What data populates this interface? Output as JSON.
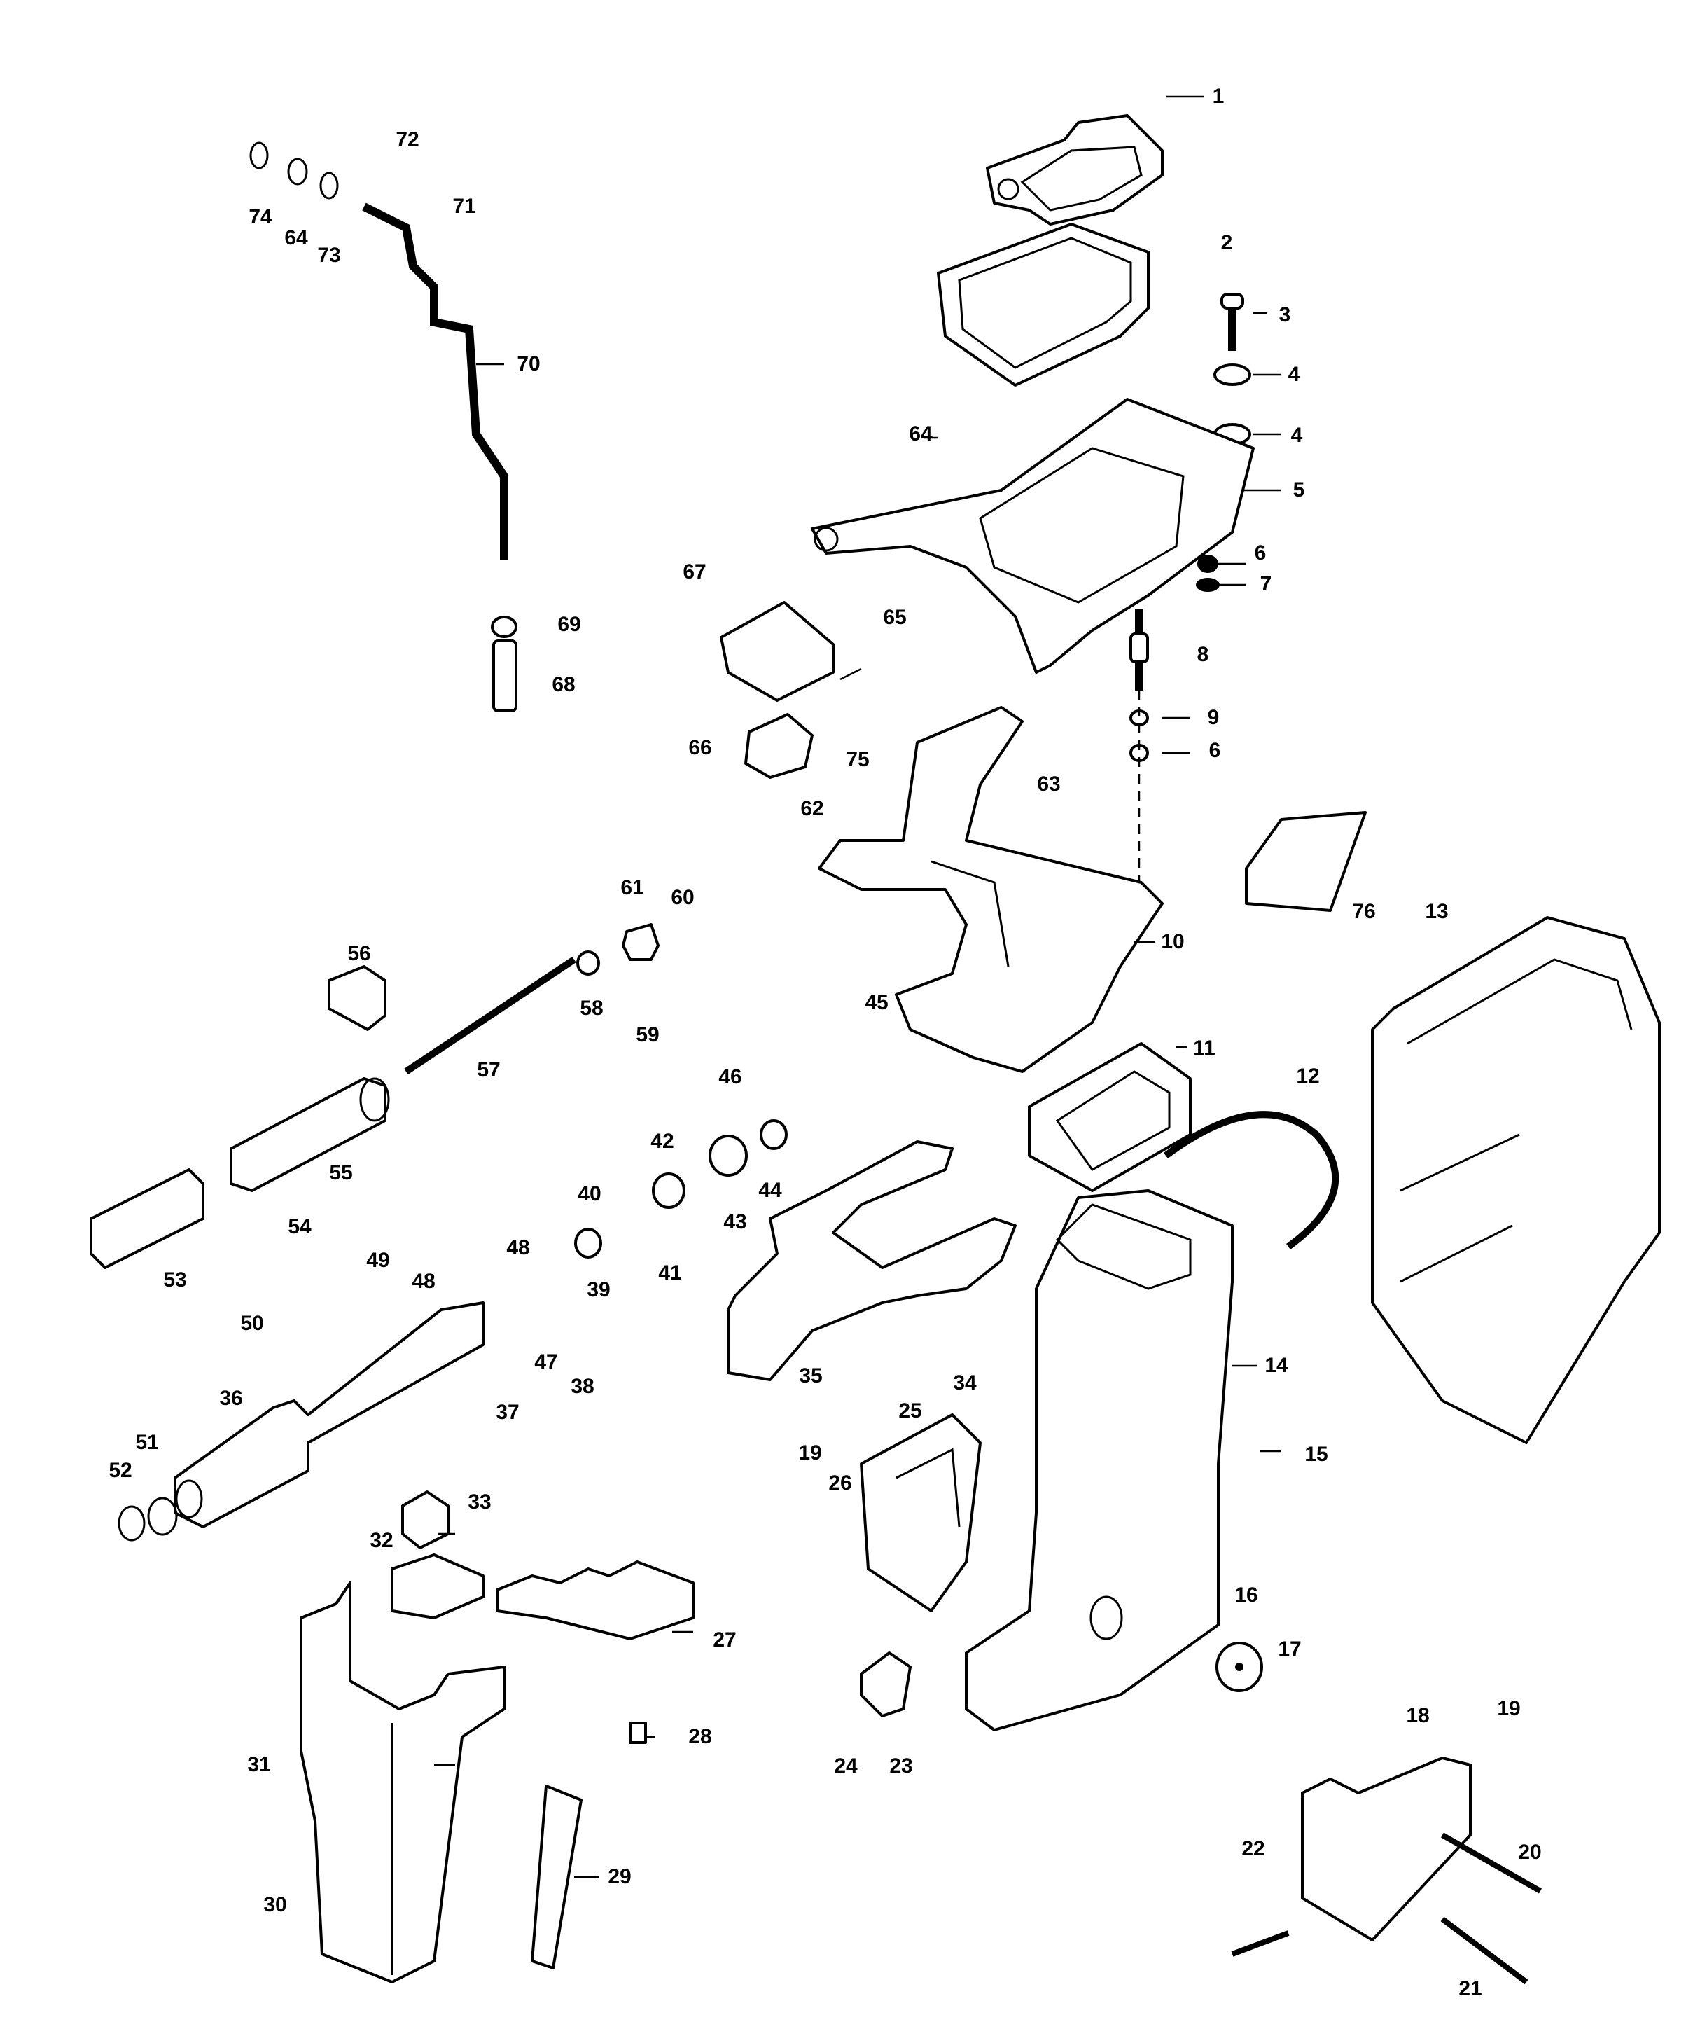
{
  "diagram": {
    "type": "exploded-parts-diagram",
    "subject": "outboard motor midsection / exhaust housing assembly",
    "callouts": [
      {
        "id": "1",
        "label": "1",
        "part": "gasket-plate"
      },
      {
        "id": "2",
        "label": "2",
        "part": "gasket-seal"
      },
      {
        "id": "3",
        "label": "3",
        "part": "bolt"
      },
      {
        "id": "4a",
        "label": "4",
        "part": "mount-washer-upper"
      },
      {
        "id": "4b",
        "label": "4",
        "part": "mount-washer-lower"
      },
      {
        "id": "5",
        "label": "5",
        "part": "upper-mount-bracket"
      },
      {
        "id": "6a",
        "label": "6",
        "part": "nut-upper"
      },
      {
        "id": "7",
        "label": "7",
        "part": "washer"
      },
      {
        "id": "8",
        "label": "8",
        "part": "stud"
      },
      {
        "id": "9",
        "label": "9",
        "part": "lock-washer"
      },
      {
        "id": "6b",
        "label": "6",
        "part": "nut-lower"
      },
      {
        "id": "10",
        "label": "10",
        "part": "swivel-bracket"
      },
      {
        "id": "11",
        "label": "11",
        "part": "exhaust-gasket"
      },
      {
        "id": "12",
        "label": "12",
        "part": "seal-strip"
      },
      {
        "id": "13",
        "label": "13",
        "part": "side-cover"
      },
      {
        "id": "14",
        "label": "14",
        "part": "exhaust-housing"
      },
      {
        "id": "15",
        "label": "15",
        "part": "screw"
      },
      {
        "id": "16",
        "label": "16",
        "part": "rubber-mount"
      },
      {
        "id": "17",
        "label": "17",
        "part": "screw"
      },
      {
        "id": "18",
        "label": "18",
        "part": "lower-mount-cover"
      },
      {
        "id": "19a",
        "label": "19",
        "part": "nut"
      },
      {
        "id": "19b",
        "label": "19",
        "part": "nut"
      },
      {
        "id": "20",
        "label": "20",
        "part": "bolt"
      },
      {
        "id": "21",
        "label": "21",
        "part": "bolt"
      },
      {
        "id": "22",
        "label": "22",
        "part": "bolt"
      },
      {
        "id": "23",
        "label": "23",
        "part": "plug"
      },
      {
        "id": "24",
        "label": "24",
        "part": "screw"
      },
      {
        "id": "25",
        "label": "25",
        "part": "lower-mount-housing"
      },
      {
        "id": "26",
        "label": "26",
        "part": "washer"
      },
      {
        "id": "27",
        "label": "27",
        "part": "foam-seal"
      },
      {
        "id": "28",
        "label": "28",
        "part": "pad"
      },
      {
        "id": "29",
        "label": "29",
        "part": "foam-strip"
      },
      {
        "id": "30",
        "label": "30",
        "part": "screw"
      },
      {
        "id": "31",
        "label": "31",
        "part": "front-cover"
      },
      {
        "id": "32",
        "label": "32",
        "part": "foam-block"
      },
      {
        "id": "33",
        "label": "33",
        "part": "foam-block"
      },
      {
        "id": "34",
        "label": "34",
        "part": "screw"
      },
      {
        "id": "35",
        "label": "35",
        "part": "steering-bracket"
      },
      {
        "id": "36",
        "label": "36",
        "part": "steering-handle"
      },
      {
        "id": "37",
        "label": "37",
        "part": "pin"
      },
      {
        "id": "38",
        "label": "38",
        "part": "nut"
      },
      {
        "id": "39",
        "label": "39",
        "part": "pin"
      },
      {
        "id": "40",
        "label": "40",
        "part": "bushing"
      },
      {
        "id": "41",
        "label": "41",
        "part": "pin"
      },
      {
        "id": "42",
        "label": "42",
        "part": "gear"
      },
      {
        "id": "43",
        "label": "43",
        "part": "gear"
      },
      {
        "id": "44",
        "label": "44",
        "part": "bushing"
      },
      {
        "id": "45",
        "label": "45",
        "part": "pin"
      },
      {
        "id": "46",
        "label": "46",
        "part": "pin"
      },
      {
        "id": "47",
        "label": "47",
        "part": "link"
      },
      {
        "id": "48a",
        "label": "48",
        "part": "washer"
      },
      {
        "id": "48b",
        "label": "48",
        "part": "washer"
      },
      {
        "id": "49",
        "label": "49",
        "part": "screw"
      },
      {
        "id": "50",
        "label": "50",
        "part": "screw"
      },
      {
        "id": "51",
        "label": "51",
        "part": "o-ring"
      },
      {
        "id": "52",
        "label": "52",
        "part": "o-ring"
      },
      {
        "id": "53",
        "label": "53",
        "part": "grip"
      },
      {
        "id": "54",
        "label": "54",
        "part": "pin"
      },
      {
        "id": "55",
        "label": "55",
        "part": "throttle-tube"
      },
      {
        "id": "56",
        "label": "56",
        "part": "clip"
      },
      {
        "id": "57",
        "label": "57",
        "part": "shaft"
      },
      {
        "id": "58",
        "label": "58",
        "part": "nut"
      },
      {
        "id": "59",
        "label": "59",
        "part": "screw"
      },
      {
        "id": "60",
        "label": "60",
        "part": "pin"
      },
      {
        "id": "61",
        "label": "61",
        "part": "block"
      },
      {
        "id": "62",
        "label": "62",
        "part": "rubber-mount"
      },
      {
        "id": "63",
        "label": "63",
        "part": "screw"
      },
      {
        "id": "64a",
        "label": "64",
        "part": "screw"
      },
      {
        "id": "64b",
        "label": "64",
        "part": "washer"
      },
      {
        "id": "65",
        "label": "65",
        "part": "bracket"
      },
      {
        "id": "66",
        "label": "66",
        "part": "screw"
      },
      {
        "id": "67",
        "label": "67",
        "part": "screw"
      },
      {
        "id": "68",
        "label": "68",
        "part": "coupler"
      },
      {
        "id": "69",
        "label": "69",
        "part": "nut"
      },
      {
        "id": "70",
        "label": "70",
        "part": "shift-rod"
      },
      {
        "id": "71",
        "label": "71",
        "part": "pin"
      },
      {
        "id": "72",
        "label": "72",
        "part": "pin"
      },
      {
        "id": "73",
        "label": "73",
        "part": "washer"
      },
      {
        "id": "74",
        "label": "74",
        "part": "washer"
      },
      {
        "id": "75",
        "label": "75",
        "part": "screw"
      },
      {
        "id": "76",
        "label": "76",
        "part": "block"
      }
    ]
  }
}
